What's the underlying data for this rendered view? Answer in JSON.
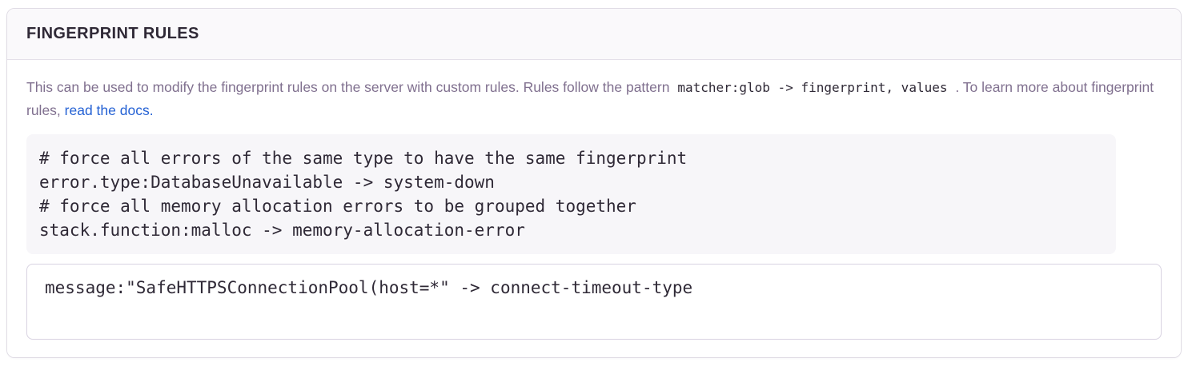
{
  "panel": {
    "title": "FINGERPRINT RULES",
    "description": {
      "text_before": "This can be used to modify the fingerprint rules on the server with custom rules. Rules follow the pattern",
      "pattern_code": "matcher:glob -> fingerprint, values",
      "text_middle": ". To learn more about fingerprint rules,",
      "link_text": "read the docs."
    },
    "example_block": {
      "lines": [
        "# force all errors of the same type to have the same fingerprint",
        "error.type:DatabaseUnavailable -> system-down",
        "# force all memory allocation errors to be grouped together",
        "stack.function:malloc -> memory-allocation-error"
      ]
    },
    "rules_input": {
      "value": "message:\"SafeHTTPSConnectionPool(host=*\" -> connect-timeout-type"
    }
  },
  "colors": {
    "title_text": "#2f2936",
    "body_text": "#80708f",
    "code_text": "#2f2936",
    "link": "#2562d4",
    "card_border": "#e0dce5",
    "header_bg": "#faf9fb",
    "code_block_bg": "#f7f6f9",
    "input_border": "#d8d2e1"
  }
}
